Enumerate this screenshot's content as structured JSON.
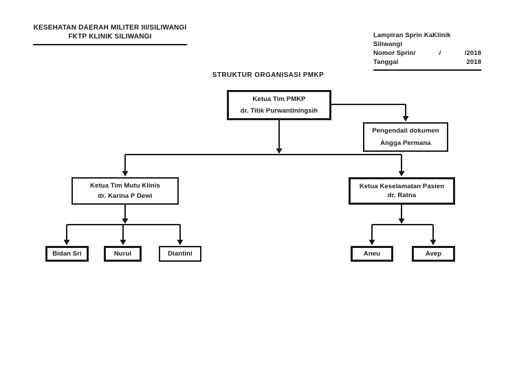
{
  "header_left": {
    "line1": "KESEHATAN DAERAH MILITER III/SILIWANGI",
    "line2": "FKTP KLINIK SILIWANGI"
  },
  "header_right": {
    "lampiran_line": "Lampiran Sprin KaKlinik Siliwangi",
    "nomor_label": "Nomor Sprin/",
    "nomor_mid": "/",
    "nomor_value": "/2018",
    "tanggal_label": "Tanggal",
    "tanggal_value": "2018"
  },
  "chart": {
    "title": "STRUKTUR ORGANISASI PMKP",
    "root": {
      "role": "Ketua Tim PMKP",
      "name": "dr. Titik Purwantiningsih"
    },
    "document_controller": {
      "role": "Pengendali dokumen",
      "name": "Angga Permana"
    },
    "clinical_quality": {
      "role": "Ketua Tim Mutu Klinis",
      "name": "dr. Karina P Dewi"
    },
    "patient_safety": {
      "role": "Ketua Keselamatan Pasien",
      "name": "dr. Ratna"
    },
    "clinical_quality_members": [
      "Bidan Sri",
      "Nurul",
      "Diantini"
    ],
    "patient_safety_members": [
      "Aneu",
      "Avep"
    ]
  },
  "colors": {
    "ink": "#1a1a1a",
    "background": "#ffffff"
  }
}
